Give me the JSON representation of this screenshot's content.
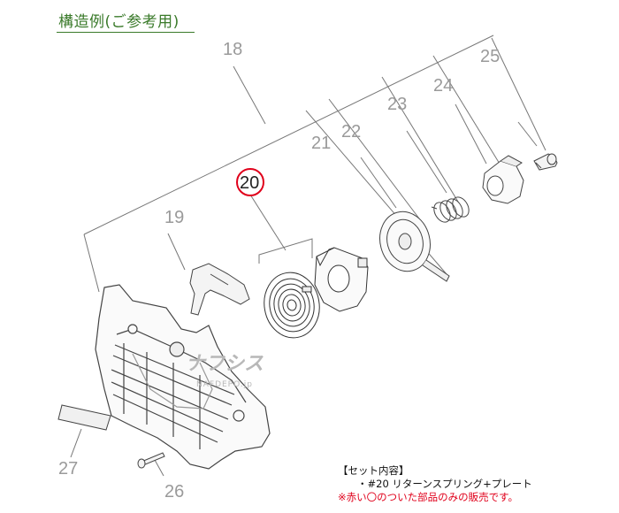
{
  "heading": "構造例(ご参考用)",
  "callouts": {
    "n18": "18",
    "n19": "19",
    "n20": "20",
    "n21": "21",
    "n22": "22",
    "n23": "23",
    "n24": "24",
    "n25": "25",
    "n26": "26",
    "n27": "27"
  },
  "watermark": {
    "main": "ナフシス",
    "sub": "NAFDEPO.jp"
  },
  "notes": {
    "title": "【セット内容】",
    "item": "・#20 リターンスプリング+プレート",
    "warning": "※赤い〇のついた部品のみの販売です。"
  },
  "colors": {
    "highlight_ring": "#e0001b",
    "heading": "#3a7a2a",
    "warning": "#e0001b"
  }
}
